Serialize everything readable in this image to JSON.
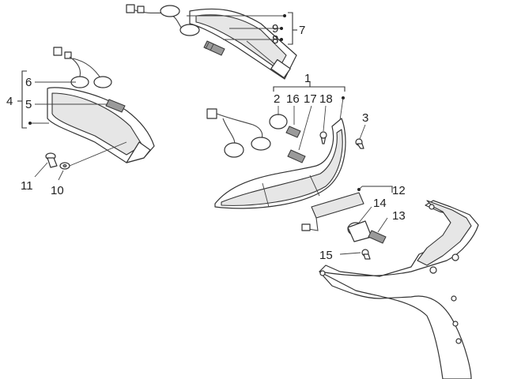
{
  "callouts": {
    "c1": "1",
    "c2": "2",
    "c3": "3",
    "c4": "4",
    "c5": "5",
    "c6": "6",
    "c7": "7",
    "c8": "8",
    "c9": "9",
    "c10": "10",
    "c11": "11",
    "c12": "12",
    "c13": "13",
    "c14": "14",
    "c15": "15",
    "c16": "16",
    "c17": "17",
    "c18": "18"
  },
  "colors": {
    "line": "#333333",
    "shade": "#e6e6e6",
    "background": "#ffffff"
  }
}
